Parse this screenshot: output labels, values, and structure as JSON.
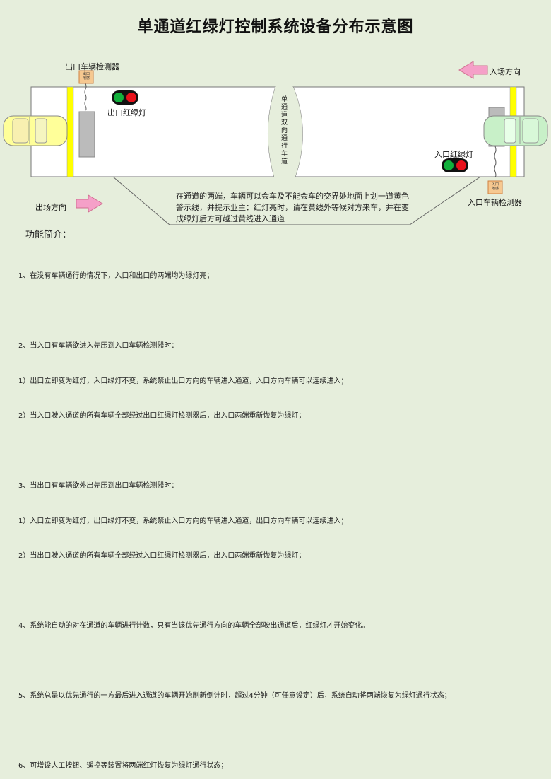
{
  "title": "单通道红绿灯控制系统设备分布示意图",
  "labels": {
    "exit_detector": "出口车辆检测器",
    "exit_coil": "出口\n地感",
    "exit_light": "出口红绿灯",
    "entry_direction": "入场方向",
    "entry_light": "入口红绿灯",
    "entry_detector": "入口车辆检测器",
    "entry_coil": "入口\n地感",
    "exit_direction": "出场方向",
    "channel": "单通道双向通行车道"
  },
  "note": "在通道的两端，车辆可以会车及不能会车的交界处地面上划一道黄色警示线，并提示业主：红灯亮时，请在黄线外等候对方来车，并在变成绿灯后方可越过黄线进入通道",
  "intro": {
    "title": "功能简介：",
    "items": [
      "1、在没有车辆通行的情况下，入口和出口的两端均为绿灯亮；",
      "",
      "2、当入口有车辆欲进入先压到入口车辆检测器时：",
      "1）出口立即变为红灯，入口绿灯不变，系统禁止出口方向的车辆进入通道，入口方向车辆可以连续进入；",
      "2）当入口驶入通道的所有车辆全部经过出口红绿灯检测器后，出入口两端重新恢复为绿灯；",
      "",
      "3、当出口有车辆欲外出先压到出口车辆检测器时：",
      "1）入口立即变为红灯，出口绿灯不变，系统禁止入口方向的车辆进入通道，出口方向车辆可以连续进入；",
      "2）当出口驶入通道的所有车辆全部经过入口红绿灯检测器后，出入口两端重新恢复为绿灯；",
      "",
      "4、系统能自动的对在通道的车辆进行计数，只有当该优先通行方向的车辆全部驶出通道后，红绿灯才开始变化。",
      "",
      "5、系统总是以优先通行的一方最后进入通道的车辆开始刷新倒计时，超过4分钟（可任意设定）后，系统自动将两端恢复为绿灯通行状态；",
      "",
      "6、可增设人工按钮、遥控等装置将两端红灯恢复为绿灯通行状态；"
    ]
  },
  "colors": {
    "background": "#e6eedc",
    "road": "#ffffff",
    "yellow_line": "#ffff00",
    "arrow": "#f5a0c8",
    "red": "#e8101a",
    "green": "#12b03c",
    "detector": "#f6c890"
  }
}
